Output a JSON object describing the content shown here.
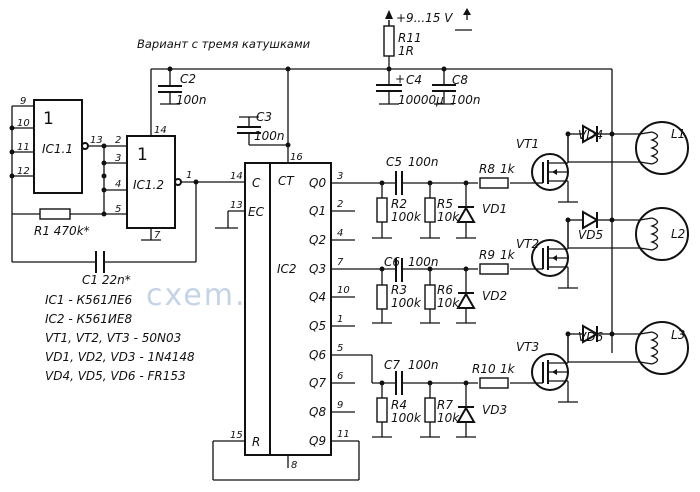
{
  "title": "Вариант с тремя катушками",
  "watermark": "cxem.net",
  "power": {
    "label": "+9...15 V"
  },
  "ics": {
    "ic11": {
      "name": "IC1.1",
      "symbol": "1",
      "pins": [
        "9",
        "10",
        "11",
        "12",
        "13"
      ]
    },
    "ic12": {
      "name": "IC1.2",
      "symbol": "1",
      "pins": [
        "2",
        "3",
        "4",
        "5",
        "1",
        "14",
        "7"
      ]
    },
    "ic2": {
      "name": "IC2",
      "ct": "CT",
      "c": "C",
      "ec": "EC",
      "r": "R",
      "outputs": [
        "Q0",
        "Q1",
        "Q2",
        "Q3",
        "Q4",
        "Q5",
        "Q6",
        "Q7",
        "Q8",
        "Q9"
      ],
      "out_pins": [
        "3",
        "2",
        "4",
        "7",
        "10",
        "1",
        "5",
        "6",
        "9",
        "11"
      ],
      "pin_16": "16",
      "pin_14": "14",
      "pin_13": "13",
      "pin_15": "15",
      "pin_8": "8"
    }
  },
  "parts": {
    "r1": "R1 470k*",
    "c1": "C1 22n*",
    "c2": "C2",
    "c2v": "100n",
    "c3": "C3",
    "c3v": "100n",
    "r11": "R11",
    "r11v": "1R",
    "c4": "C4",
    "c4v": "10000µ",
    "c4plus": "+",
    "c8": "C8",
    "c8v": "100n",
    "c5": "C5",
    "c5v": "100n",
    "c6": "C6",
    "c6v": "100n",
    "c7": "C7",
    "c7v": "100n",
    "r2": "R2",
    "r2v": "100k",
    "r3": "R3",
    "r3v": "100k",
    "r4": "R4",
    "r4v": "100k",
    "r5": "R5",
    "r5v": "10k",
    "r6": "R6",
    "r6v": "10k",
    "r7": "R7",
    "r7v": "10k",
    "r8": "R8",
    "r8v": "1k",
    "r9": "R9",
    "r9v": "1k",
    "r10": "R10",
    "r10v": "1k",
    "vd1": "VD1",
    "vd2": "VD2",
    "vd3": "VD3",
    "vt1": "VT1",
    "vt2": "VT2",
    "vt3": "VT3",
    "vd4": "VD4",
    "vd5": "VD5",
    "vd6": "VD6",
    "l1": "L1",
    "l2": "L2",
    "l3": "L3"
  },
  "legend": [
    "IC1 - К561ЛЕ6",
    "IC2 - К561ИЕ8",
    "VT1, VT2, VT3 - 50N03",
    "VD1, VD2, VD3 - 1N4148",
    "VD4, VD5, VD6 - FR153"
  ]
}
